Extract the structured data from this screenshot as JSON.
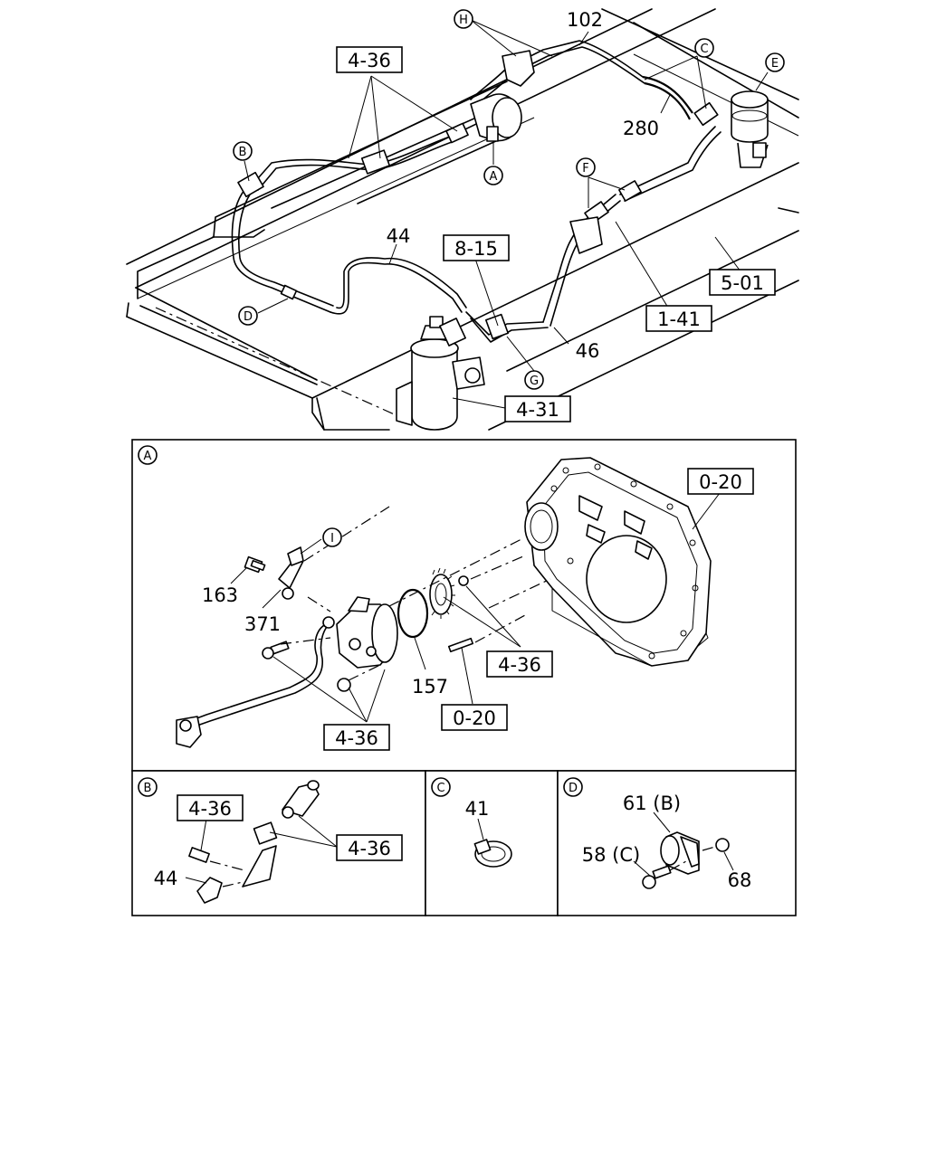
{
  "top": {
    "callouts": [
      "H",
      "C",
      "E",
      "B",
      "A",
      "F",
      "D",
      "G"
    ],
    "refs": [
      "4-36",
      "8-15",
      "5-01",
      "1-41",
      "4-31"
    ],
    "numbers": [
      "102",
      "280",
      "44",
      "46"
    ]
  },
  "panel_a": {
    "label": "A",
    "callout_i": "I",
    "refs": [
      "0-20",
      "4-36",
      "0-20",
      "4-36"
    ],
    "numbers": [
      "163",
      "371",
      "157"
    ]
  },
  "panel_b": {
    "label": "B",
    "refs": [
      "4-36",
      "4-36"
    ],
    "numbers": [
      "44"
    ]
  },
  "panel_c": {
    "label": "C",
    "numbers": [
      "41"
    ]
  },
  "panel_d": {
    "label": "D",
    "numbers": [
      "61 (B)",
      "58 (C)",
      "68"
    ]
  }
}
